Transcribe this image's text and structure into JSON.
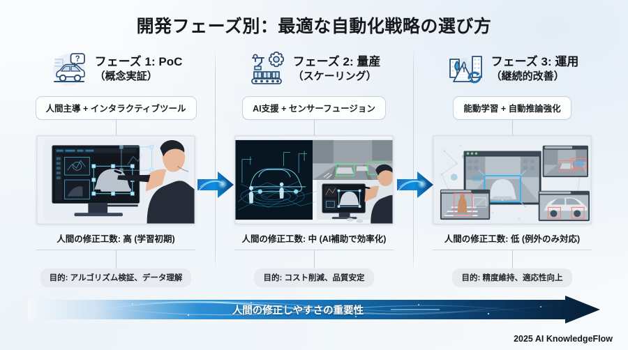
{
  "page": {
    "title": "開発フェーズ別：最適な自動化戦略の選び方",
    "footer": "2025 AI KnowledgeFlow",
    "banner_label": "人間の修正しやすさの重要性",
    "accent_color": "#1aa3e8",
    "banner_dark_color": "#0b2135",
    "background_color": "#f6f9fb",
    "chip_background": "#e7eaee"
  },
  "phases": [
    {
      "icon": "car-question-icon",
      "title": "フェーズ 1: PoC",
      "subtitle": "（概念実証）",
      "strategy": "人間主導 + インタラクティブツール",
      "illustration": "engineer-annotating-car-on-monitor",
      "effort": "人間の修正工数: 高 (学習初期)",
      "objective": "目的: アルゴリズム検証、データ理解"
    },
    {
      "icon": "factory-conveyor-gear-icon",
      "title": "フェーズ 2: 量産",
      "subtitle": "（スケーリング）",
      "strategy": "AI支援 + センサーフュージョン",
      "illustration": "lidar-pointcloud-and-detection-boxes",
      "effort": "人間の修正工数: 中 (AI補助で効率化)",
      "objective": "目的: コスト削減、品質安定"
    },
    {
      "icon": "city-road-recycle-icon",
      "title": "フェーズ 3: 運用",
      "subtitle": "（継続的改善）",
      "strategy": "能動学習 + 自動推論強化",
      "illustration": "multi-panel-monitoring-dashboard",
      "effort": "人間の修正工数: 低 (例外のみ対応)",
      "objective": "目的: 精度維持、適応性向上"
    }
  ],
  "connectors": [
    {
      "name": "arrow-phase1-to-phase2"
    },
    {
      "name": "arrow-phase2-to-phase3"
    }
  ]
}
